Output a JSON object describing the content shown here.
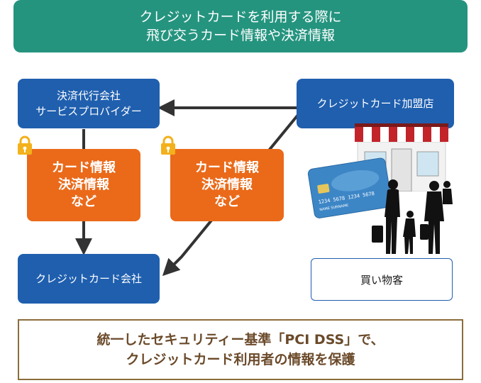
{
  "header": {
    "line1": "クレジットカードを利用する際に",
    "line2": "飛び交うカード情報や決済情報"
  },
  "boxes": {
    "psp": {
      "line1": "決済代行会社",
      "line2": "サービスプロバイダー"
    },
    "merchant": {
      "label": "クレジットカード加盟店"
    },
    "card_company": {
      "label": "クレジットカード会社"
    },
    "shopper": {
      "label": "買い物客"
    }
  },
  "data_boxes": {
    "left": {
      "line1": "カード情報",
      "line2": "決済情報",
      "line3": "など"
    },
    "right": {
      "line1": "カード情報",
      "line2": "決済情報",
      "line3": "など"
    }
  },
  "card": {
    "number_line": "1234  5678  1234  5678",
    "name_line": "NAME  SURNAME"
  },
  "footer": {
    "line1": "統一したセキュリティー基準「PCI DSS」で、",
    "line2": "クレジットカード利用者の情報を保護"
  },
  "icons": [
    "lock-icon",
    "credit-card-icon",
    "storefront-icon",
    "shopping-family-icon"
  ],
  "colors": {
    "header_bg": "#25947f",
    "blue_box": "#1f5fae",
    "orange_box": "#ea6a1a",
    "lock": "#f3b11b",
    "footer_text": "#6b4a2a",
    "footer_border": "#8a6d3b"
  }
}
